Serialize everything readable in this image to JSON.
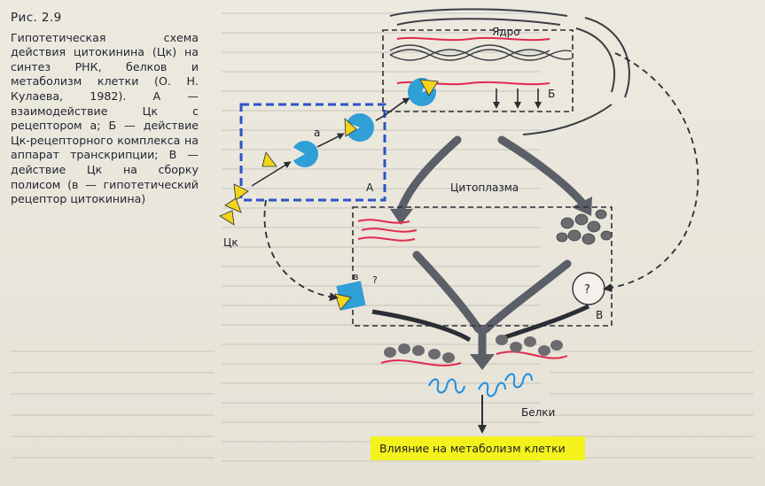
{
  "caption": {
    "figure_number": "Рис. 2.9",
    "text": "Гипотетическая схема действия цитокинина (Цк) на синтез РНК, белков и метаболизм клетки (О. Н. Кулаева, 1982). А — взаимодействие Цк с рецептором а; Б — действие Цк-рецепторного комплекса на аппарат транскрипции; В — действие Цк на сборку полисом (в — гипотетический рецептор цитокинина)"
  },
  "diagram": {
    "nucleus_label": "Ядро",
    "cytoplasm_label": "Цитоплазма",
    "box_a_label": "А",
    "box_b_label": "Б",
    "box_v_label": "В",
    "receptor_a_label": "а",
    "receptor_v_label": "в",
    "ck_label": "Цк",
    "question_1": "?",
    "question_2": "?",
    "proteins_label": "Белки",
    "effect_label": "Влияние на метаболизм клетки"
  },
  "colors": {
    "receptor_blue": "#2f9fd6",
    "cytokinin_yellow": "#f2d41c",
    "rna_red": "#e2294f",
    "box_blue": "#2a55c8",
    "arrow_gray": "#5b5f68",
    "ribosome_gray": "#6b6b70",
    "protein_blue": "#1e8fe0",
    "highlight_yellow": "#f4f21c"
  }
}
